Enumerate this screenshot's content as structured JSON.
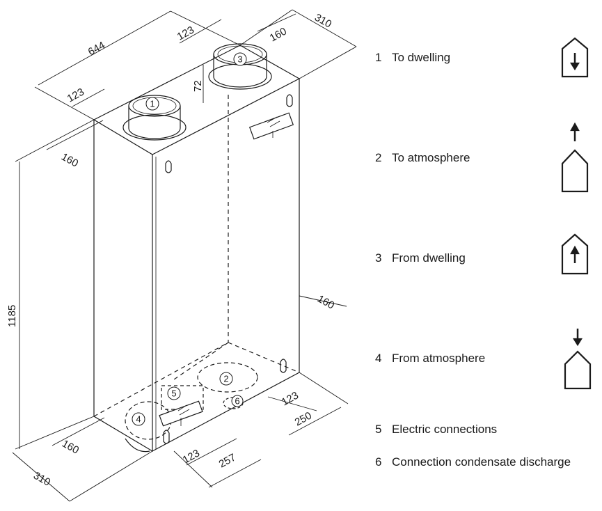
{
  "dimensions": {
    "top_depth": "644",
    "top_offset": "123",
    "top_right_offset": "160",
    "top_width": "310",
    "front_offset": "123",
    "collar_height": "72",
    "left_spigot": "160",
    "height": "1185",
    "bottom_right_offset": "160",
    "bottom_right_123": "123",
    "bottom_right_250": "250",
    "bottom_front_123": "123",
    "bottom_front_257": "257",
    "bottom_left_160": "160",
    "bottom_width": "310"
  },
  "markers": {
    "m1": "1",
    "m2": "2",
    "m3": "3",
    "m4": "4",
    "m5": "5",
    "m6": "6"
  },
  "legend": [
    {
      "number": "1",
      "label": "To dwelling",
      "icon": "house-arrow-down-inside-icon"
    },
    {
      "number": "2",
      "label": "To atmosphere",
      "icon": "house-arrow-up-above-icon"
    },
    {
      "number": "3",
      "label": "From dwelling",
      "icon": "house-arrow-up-inside-icon"
    },
    {
      "number": "4",
      "label": "From atmosphere",
      "icon": "house-arrow-down-above-icon"
    },
    {
      "number": "5",
      "label": "Electric connections"
    },
    {
      "number": "6",
      "label": "Connection condensate discharge"
    }
  ]
}
